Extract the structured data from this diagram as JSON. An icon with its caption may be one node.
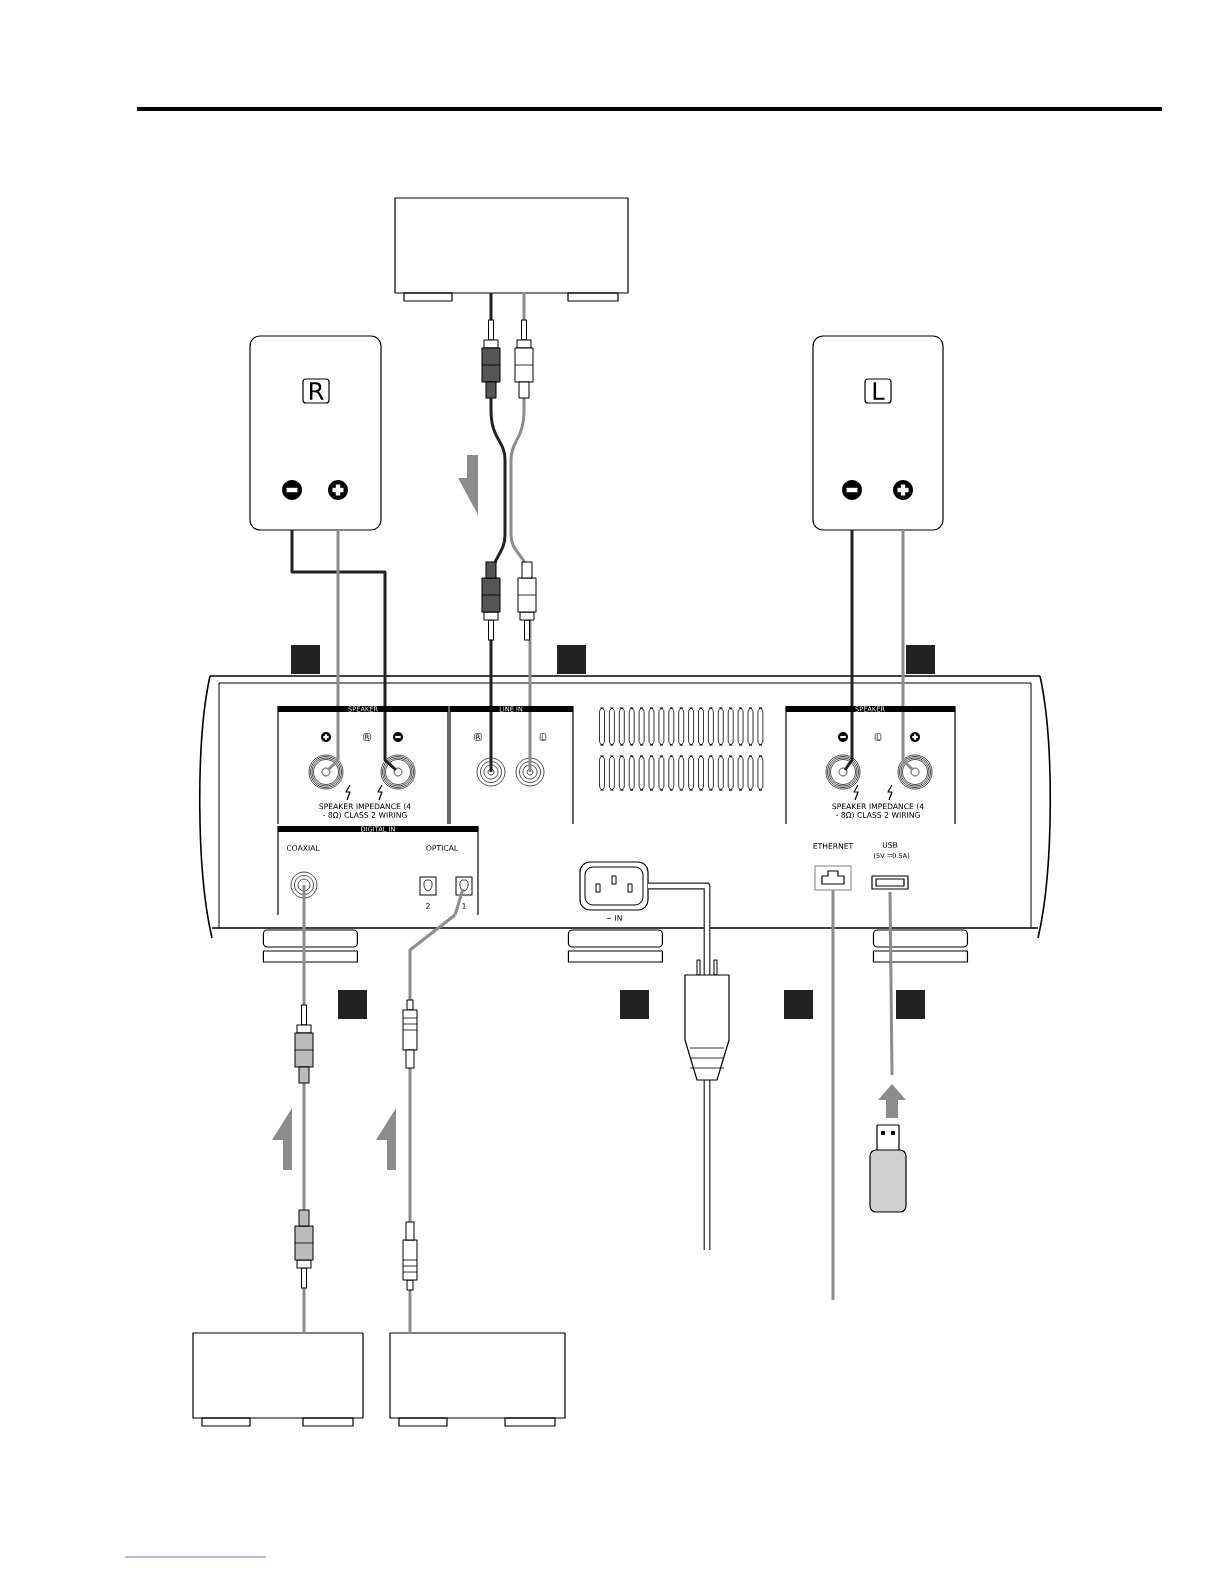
{
  "diagram": {
    "nodes": [
      {
        "text": [],
        "shape": "box"
      },
      {
        "text": [
          "R"
        ]
      },
      {
        "text": [
          "L"
        ]
      },
      {
        "text": [],
        "shape": "box"
      },
      {
        "text": [
          "SPEAKER",
          "R",
          "SPEAKER IMPEDANCE (4 - 8Ω) CLASS 2 WIRING"
        ],
        "in": 3
      },
      {
        "text": [
          "LINE IN",
          "R",
          "L"
        ],
        "in": 3
      },
      {
        "text": [
          "SPEAKER",
          "L",
          "SPEAKER IMPEDANCE (4 - 8Ω) CLASS 2 WIRING"
        ],
        "in": 3
      },
      {
        "text": [
          "DIGITAL IN",
          "COAXIAL",
          "OPTICAL",
          "2",
          "1"
        ],
        "in": 3
      },
      {
        "text": [
          "∼ IN"
        ],
        "in": 3
      },
      {
        "text": [
          "ETHERNET"
        ],
        "in": 3
      },
      {
        "text": [
          "USB",
          "(5V",
          "0.5A)"
        ],
        "in": 3
      },
      {
        "text": [],
        "shape": "box"
      },
      {
        "text": [],
        "shape": "box"
      }
    ],
    "edges": [
      {
        "from": 0,
        "to": 5,
        "arrow": "none",
        "color": "#222222"
      },
      {
        "from": 0,
        "to": 5,
        "arrow": "none"
      },
      {
        "from": 1,
        "to": 4,
        "arrow": "none",
        "color": "#222222"
      },
      {
        "from": 1,
        "to": 4,
        "arrow": "none"
      },
      {
        "from": 2,
        "to": 6,
        "arrow": "none",
        "color": "#222222"
      },
      {
        "from": 2,
        "to": 6,
        "arrow": "none"
      },
      {
        "from": 11,
        "to": 7,
        "arrow": "none"
      },
      {
        "from": 12,
        "to": 7,
        "arrow": "none"
      },
      {
        "from": 8,
        "to": null,
        "arrow": "none",
        "style": "thick",
        "color": "#222222"
      },
      {
        "from": 9,
        "to": null,
        "arrow": "none"
      },
      {
        "from": null,
        "to": 10,
        "arrow": "none"
      }
    ]
  }
}
